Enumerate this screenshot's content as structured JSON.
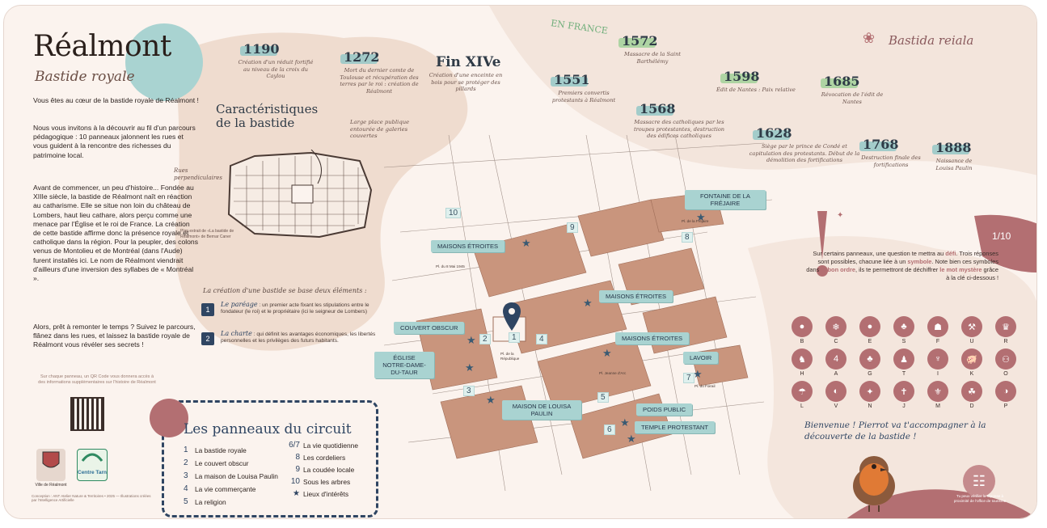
{
  "colors": {
    "accent_teal": "#a9d3d1",
    "rose": "#b36f72",
    "navy": "#2f4562",
    "parchment": "#fbf3ee",
    "blocks": "#c9957d"
  },
  "header": {
    "title": "Réalmont",
    "subtitle": "Bastide royale"
  },
  "intro": {
    "p1": "Vous êtes au cœur de la bastide royale de Réalmont !",
    "p2": "Nous vous invitons à la découvrir au fil d'un parcours pédagogique : 10 panneaux jalonnent les rues et vous guident à la rencontre des richesses du patrimoine local.",
    "p3": "Avant de commencer, un peu d'histoire... Fondée au XIIIe siècle, la bastide de Réalmont naît en réaction au catharisme. Elle se situe non loin du château de Lombers, haut lieu cathare, alors perçu comme une menace par l'Église et le roi de France. La création de cette bastide affirme donc la présence royale et catholique dans la région. Pour la peupler, des colons venus de Montolieu et de Montréal (dans l'Aude) furent installés ici. Le nom de Réalmont viendrait d'ailleurs d'une inversion des syllabes de « Montréal ».",
    "p4": "Alors, prêt à remonter le temps ? Suivez le parcours, flânez dans les rues, et laissez la bastide royale de Réalmont vous révéler ses secrets !"
  },
  "qr_caption": "Sur chaque panneau, un QR Code vous donnera accès à des informations supplémentaires sur l'histoire de Réalmont",
  "logos": {
    "ville": "Ville de Réalmont",
    "centre_tarn": "Centre Tarn"
  },
  "credits": "Conception : ANT Atelier Nature & Territoires • 2025 — Illustrations créées par l'Intelligence Artificielle",
  "map_labels": {
    "en_france": "EN FRANCE",
    "bastida": "Bastida reiala",
    "page": "1/10"
  },
  "timeline": [
    {
      "year": "1190",
      "text": "Création d'un réduit fortifié au niveau de la croix du Caylou",
      "hl": "teal"
    },
    {
      "year": "1272",
      "text": "Mort du dernier comte de Toulouse et récupération des terres par le roi : création de Réalmont",
      "hl": "teal"
    },
    {
      "year": "Fin XIVe",
      "text": "Création d'une enceinte en bois pour se protéger des pillards",
      "hl": "none"
    },
    {
      "year": "1551",
      "text": "Premiers convertis protestants à Réalmont",
      "hl": "teal"
    },
    {
      "year": "1572",
      "text": "Massacre de la Saint Barthélémy",
      "hl": "green"
    },
    {
      "year": "1568",
      "text": "Massacre des catholiques par les troupes protestantes, destruction des édifices catholiques",
      "hl": "teal"
    },
    {
      "year": "1598",
      "text": "Édit de Nantes : Paix relative",
      "hl": "green"
    },
    {
      "year": "1628",
      "text": "Siège par le prince de Condé et capitulation des protestants. Début de la démolition des fortifications",
      "hl": "teal"
    },
    {
      "year": "1685",
      "text": "Révocation de l'édit de Nantes",
      "hl": "green"
    },
    {
      "year": "1768",
      "text": "Destruction finale des fortifications",
      "hl": "teal"
    },
    {
      "year": "1888",
      "text": "Naissance de Louisa Paulin",
      "hl": "teal"
    }
  ],
  "caracteristiques": {
    "title": "Caractéristiques de la bastide",
    "note_place": "Large place publique entourée de galeries couvertes",
    "note_rues": "Rues perpendiculaires",
    "plan_caption": "Plan extrait de «La bastide de Réalmont» de Bernar Caner",
    "creation_intro": "La création d'une bastide se base deux éléments :",
    "item1_title": "Le paréage",
    "item1_text": ": un premier acte fixant les stipulations entre le fondateur (le roi) et le propriétaire (ici le seigneur de Lombers)",
    "item2_title": "La charte",
    "item2_text": ": qui définit les avantages économiques, les libertés personnelles et les privilèges des futurs habitants."
  },
  "map_banners": {
    "fontaine": "FONTAINE DE LA FRÉJAIRE",
    "maisons1": "MAISONS ÉTROITES",
    "maisons2": "MAISONS ÉTROITES",
    "maisons3": "MAISONS ÉTROITES",
    "couvert": "COUVERT OBSCUR",
    "eglise": "ÉGLISE NOTRE-DAME-DU-TAUR",
    "lavoir": "LAVOIR",
    "maison_louisa": "MAISON DE LOUISA PAULIN",
    "poids": "POIDS PUBLIC",
    "temple": "TEMPLE PROTESTANT"
  },
  "map_places": {
    "p1": "Pl. de la Fréjaire",
    "p2": "Pl. du 8 Mai 1945",
    "p3": "Pl. de la République",
    "p4": "Pl. Jeanne d'Arc",
    "p5": "Pl. du Foirail"
  },
  "map_numbers": [
    "1",
    "2",
    "3",
    "4",
    "5",
    "6",
    "7",
    "8",
    "9",
    "10"
  ],
  "legend": {
    "title": "Les panneaux du circuit",
    "left": [
      {
        "n": "1",
        "label": "La bastide royale"
      },
      {
        "n": "2",
        "label": "Le couvert obscur"
      },
      {
        "n": "3",
        "label": "La maison de Louisa Paulin"
      },
      {
        "n": "4",
        "label": "La vie commerçante"
      },
      {
        "n": "5",
        "label": "La religion"
      }
    ],
    "right": [
      {
        "n": "6/7",
        "label": "La vie quotidienne"
      },
      {
        "n": "8",
        "label": "Les cordeliers"
      },
      {
        "n": "9",
        "label": "La coudée locale"
      },
      {
        "n": "10",
        "label": "Sous les arbres"
      },
      {
        "n": "★",
        "label": "Lieux d'intérêts"
      }
    ]
  },
  "game": {
    "line1": "Sur certains panneaux, une question te mettra au",
    "defi": "défi",
    "line2": ". Trois réponses sont possibles, chacune liée à un",
    "symbole": "symbole",
    "line3": ". Note bien ces symboles dans",
    "bon_ordre": "le bon ordre",
    "line4": ", ils te permettront de déchiffrer",
    "mot_mystere": "le mot mystère",
    "line5": "grâce à la clé ci-dessous !",
    "row1": [
      "B",
      "C",
      "E",
      "S",
      "F",
      "U",
      "R"
    ],
    "row2": [
      "H",
      "A",
      "G",
      "T",
      "I",
      "K",
      "O"
    ],
    "row3": [
      "L",
      "V",
      "N",
      "J",
      "M",
      "D",
      "P"
    ],
    "welcome": "Bienvenue ! Pierrot va t'accompagner à la découverte de la bastide !",
    "office_note": "Tu peux vérifier la réponse à proximité de l'office de tourisme"
  }
}
